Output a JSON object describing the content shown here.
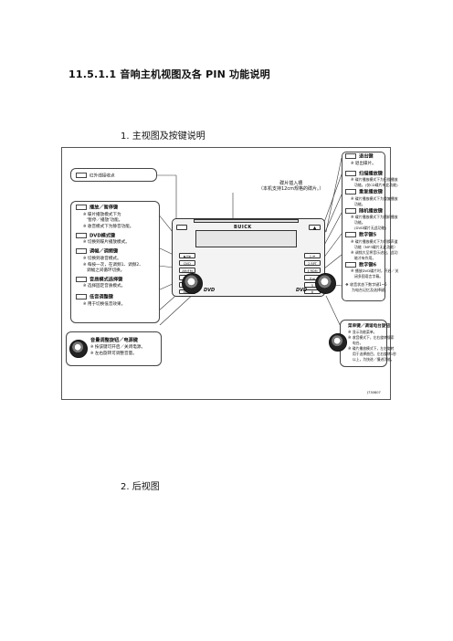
{
  "heading": "11.5.1.1 音响主机视图及各 PIN 功能说明",
  "section1": "1. 主视图及按键说明",
  "section2": "2. 后视图",
  "figure_id": "J730807",
  "unit": {
    "brand": "BUICK",
    "left_buttons": [
      "▶II/⏹",
      "DVD",
      "AM/FM",
      "TONE",
      "AUDIO",
      "BASS"
    ],
    "right_buttons": [
      "1 ⏮",
      "2 RPT",
      "3 RDM",
      "4 ⏭",
      "5",
      "6"
    ],
    "logo_left": "DVD",
    "logo_right": "DVD",
    "eject": "▲"
  },
  "callouts": {
    "infrared": {
      "title": "红外线接收点"
    },
    "disc_slot": {
      "line1": "碟片插入槽",
      "line2": "（本机支持12cm规格的碟片。）"
    },
    "play": {
      "title": "播放／暂停键",
      "items": [
        "碟片播放模式下为",
        "'暂停／播放'功能。",
        "收音模式下为静音功能。"
      ]
    },
    "dvd": {
      "title": "DVD模式键",
      "items": [
        "切换到碟片播放模式。"
      ]
    },
    "band": {
      "title": "调幅／调频键",
      "items": [
        "切换到收音模式。",
        "每按一次，在调频1、调频2、",
        "调幅之间循环切换。"
      ]
    },
    "tone": {
      "title": "音质模式选择键",
      "items": [
        "选择固定音质模式。"
      ]
    },
    "bass": {
      "title": "低音调整键",
      "items": [
        "用于切换低音效果。"
      ]
    },
    "volume": {
      "title": "音量调整旋钮／电源键",
      "items": [
        "按该键可开启／关闭电源。",
        "左右旋转可调整音量。"
      ]
    },
    "eject": {
      "title": "退出键",
      "items": [
        "退出碟片。"
      ]
    },
    "scan": {
      "title": "扫描播放键",
      "items": [
        "碟片播放模式下为扫描播放",
        "功能。(仅CD碟片有此功能)"
      ]
    },
    "repeat": {
      "title": "重复播放键",
      "items": [
        "碟片播放模式下为重复播放",
        "功能。"
      ]
    },
    "random": {
      "title": "随机播放键",
      "items": [
        "碟片播放模式下为随机播放",
        "功能。",
        "(DVD碟片无此功能)"
      ]
    },
    "digit5": {
      "title": "数字键5",
      "items": [
        "碟片播放模式下为切换声道",
        "功能（MP3碟片无此功能）",
        "调频大至将音乐进出、此功",
        "能才有作用。"
      ]
    },
    "digit6": {
      "title": "数字键6",
      "items": [
        "播放DVD碟片时，开启／关",
        "闭多国语言字幕。"
      ]
    },
    "preset": {
      "note": "收音状态下数字键1~6",
      "note2": "为电台记忆及选择键。"
    },
    "menu": {
      "title": "菜单键／调谐电台旋钮",
      "items": [
        "显示功能菜单。",
        "收音模式下，左右旋转搜索",
        "电台。",
        "碟片播放模式下，左右旋转",
        "用于选择曲目，左右旋转1秒",
        "以上，为快进／慢进功能。"
      ]
    }
  }
}
